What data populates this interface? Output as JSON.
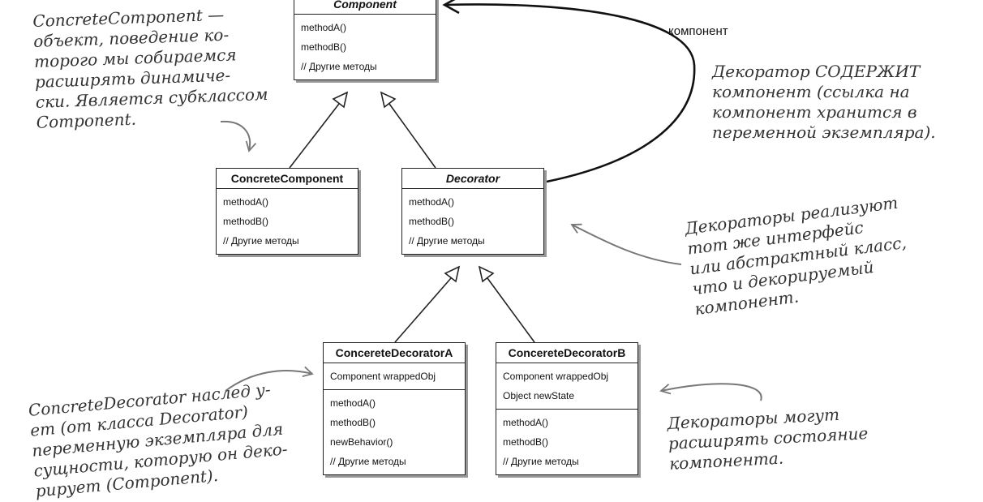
{
  "classes": {
    "component": {
      "name": "Component",
      "methods": [
        "methodA()",
        "methodB()",
        "// Другие методы"
      ]
    },
    "concrete_component": {
      "name": "ConcreteComponent",
      "methods": [
        "methodA()",
        "methodB()",
        "// Другие методы"
      ]
    },
    "decorator": {
      "name": "Decorator",
      "methods": [
        "methodA()",
        "methodB()",
        "// Другие методы"
      ]
    },
    "decorator_a": {
      "name": "ConcereteDecoratorA",
      "fields": [
        "Component wrappedObj"
      ],
      "methods": [
        "methodA()",
        "methodB()",
        "newBehavior()",
        "// Другие методы"
      ]
    },
    "decorator_b": {
      "name": "ConcereteDecoratorB",
      "fields": [
        "Component wrappedObj",
        "Object newState"
      ],
      "methods": [
        "methodA()",
        "methodB()",
        "// Другие методы"
      ]
    }
  },
  "association_label": "компонент",
  "notes": {
    "concrete_component": [
      "ConcreteComponent —",
      "объект, поведение ко-",
      "торого мы собираемся",
      "расширять динамиче-",
      "ски. Является субклассом",
      "Component."
    ],
    "decorator_has": [
      "Декоратор СОДЕРЖИТ",
      "компонент (ссылка на",
      "компонент хранится в",
      "переменной экземпляра)."
    ],
    "decorators_implement": [
      "Декораторы реализуют",
      "тот же интерфейс",
      "или абстрактный класс,",
      "что и декорируемый",
      "компонент."
    ],
    "concrete_decorator": [
      "ConcreteDecorator наслед у-",
      "ет (от класса Decorator)",
      "переменную экземпляра для",
      "сущности, которую он деко-",
      "рирует (Component)."
    ],
    "extend_state": [
      "Декораторы могут",
      "расширять состояние",
      "компонента."
    ]
  }
}
